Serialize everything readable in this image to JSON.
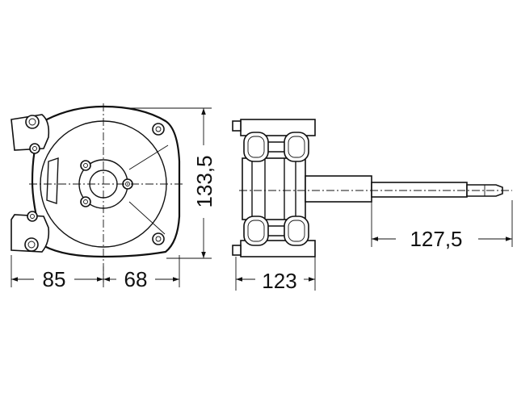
{
  "dimensions": {
    "front_left_width": "85",
    "front_right_width": "68",
    "front_height": "133,5",
    "side_body_width": "123",
    "shaft_length": "127,5"
  }
}
